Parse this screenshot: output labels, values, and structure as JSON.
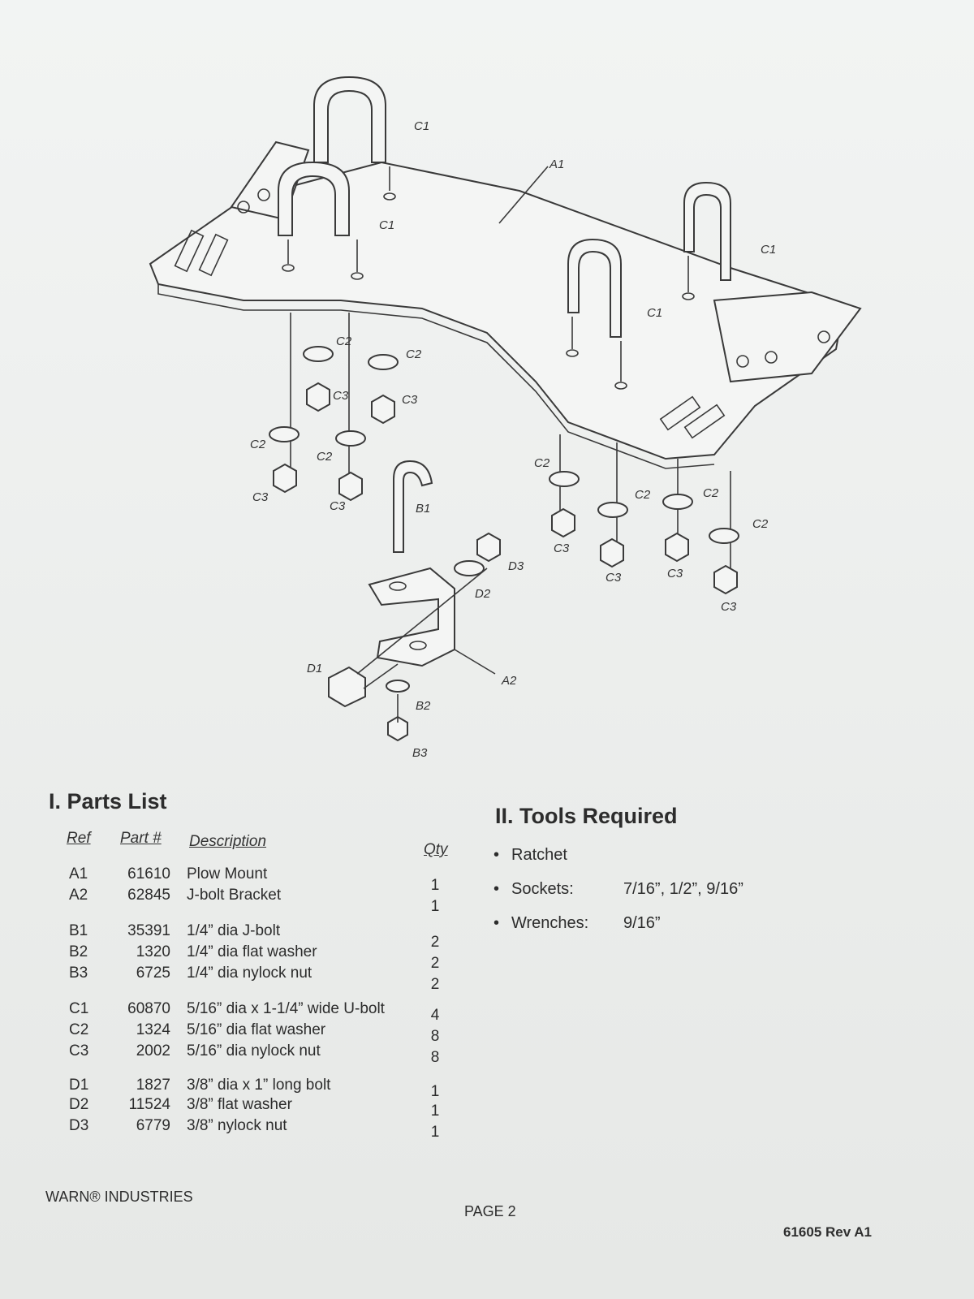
{
  "diagram": {
    "callouts": {
      "a1": "A1",
      "a2": "A2",
      "b1": "B1",
      "b2": "B2",
      "b3": "B3",
      "c1": "C1",
      "c2": "C2",
      "c3": "C3",
      "d1": "D1",
      "d2": "D2",
      "d3": "D3"
    }
  },
  "parts_list": {
    "title": "I. Parts List",
    "headers": {
      "ref": "Ref",
      "part": "Part #",
      "description": "Description",
      "qty": "Qty"
    },
    "rows": [
      {
        "ref": "A1",
        "part": "61610",
        "description": "Plow Mount",
        "qty": "1"
      },
      {
        "ref": "A2",
        "part": "62845",
        "description": "J-bolt Bracket",
        "qty": "1"
      },
      {
        "ref": "B1",
        "part": "35391",
        "description": "1/4” dia J-bolt",
        "qty": "2"
      },
      {
        "ref": "B2",
        "part": "1320",
        "description": "1/4” dia flat washer",
        "qty": "2"
      },
      {
        "ref": "B3",
        "part": "6725",
        "description": "1/4” dia nylock nut",
        "qty": "2"
      },
      {
        "ref": "C1",
        "part": "60870",
        "description": "5/16” dia x 1-1/4” wide U-bolt",
        "qty": "4"
      },
      {
        "ref": "C2",
        "part": "1324",
        "description": "5/16” dia flat washer",
        "qty": "8"
      },
      {
        "ref": "C3",
        "part": "2002",
        "description": "5/16” dia nylock nut",
        "qty": "8"
      },
      {
        "ref": "D1",
        "part": "1827",
        "description": "3/8” dia x 1” long bolt",
        "qty": "1"
      },
      {
        "ref": "D2",
        "part": "11524",
        "description": "3/8” flat washer",
        "qty": "1"
      },
      {
        "ref": "D3",
        "part": "6779",
        "description": "3/8” nylock nut",
        "qty": "1"
      }
    ]
  },
  "tools": {
    "title": "II. Tools Required",
    "items": [
      {
        "label": "Ratchet",
        "value": ""
      },
      {
        "label": "Sockets:",
        "value": "7/16”, 1/2”, 9/16”"
      },
      {
        "label": "Wrenches:",
        "value": "9/16”"
      }
    ]
  },
  "footer": {
    "company": "WARN® INDUSTRIES",
    "page": "PAGE 2",
    "doc_number": "61605 Rev A1"
  }
}
